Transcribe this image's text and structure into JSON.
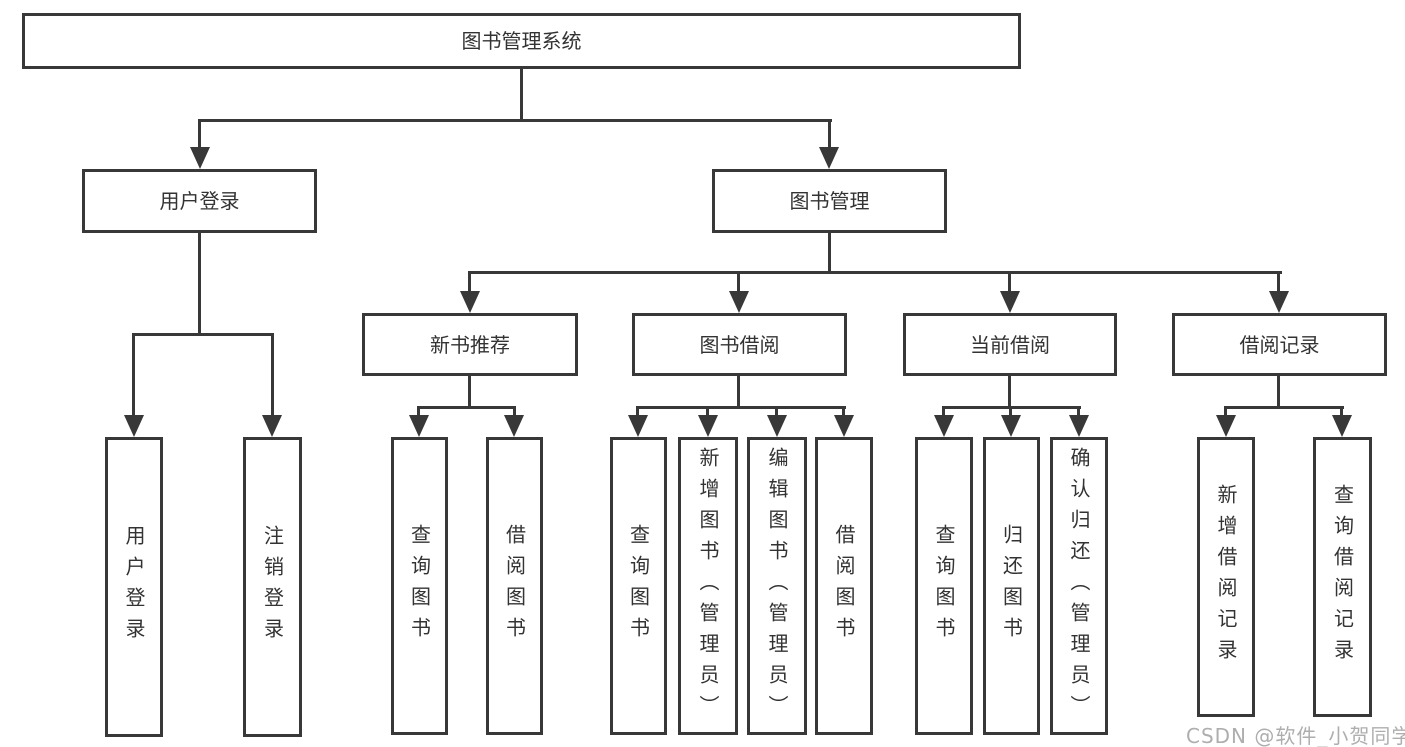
{
  "diagram_title": "图书管理系统",
  "nodes": {
    "root": "图书管理系统",
    "user_login": "用户登录",
    "book_mgmt": "图书管理",
    "new_book": "新书推荐",
    "book_borrow": "图书借阅",
    "current_borrow": "当前借阅",
    "borrow_record": "借阅记录",
    "leaf_user_login": "用户登录",
    "leaf_logout": "注销登录",
    "leaf_nb_query": "查询图书",
    "leaf_nb_borrow": "借阅图书",
    "leaf_bb_query": "查询图书",
    "leaf_bb_add": "新增图书（管理员）",
    "leaf_bb_edit": "编辑图书（管理员）",
    "leaf_bb_borrow": "借阅图书",
    "leaf_cb_query": "查询图书",
    "leaf_cb_return": "归还图书",
    "leaf_cb_confirm": "确认归还（管理员）",
    "leaf_br_add": "新增借阅记录",
    "leaf_br_query": "查询借阅记录"
  },
  "watermark": "CSDN @软件_小贺同学",
  "colors": {
    "line": "#383838",
    "text": "#333333",
    "watermark": "#aeaeae",
    "background": "#ffffff"
  }
}
